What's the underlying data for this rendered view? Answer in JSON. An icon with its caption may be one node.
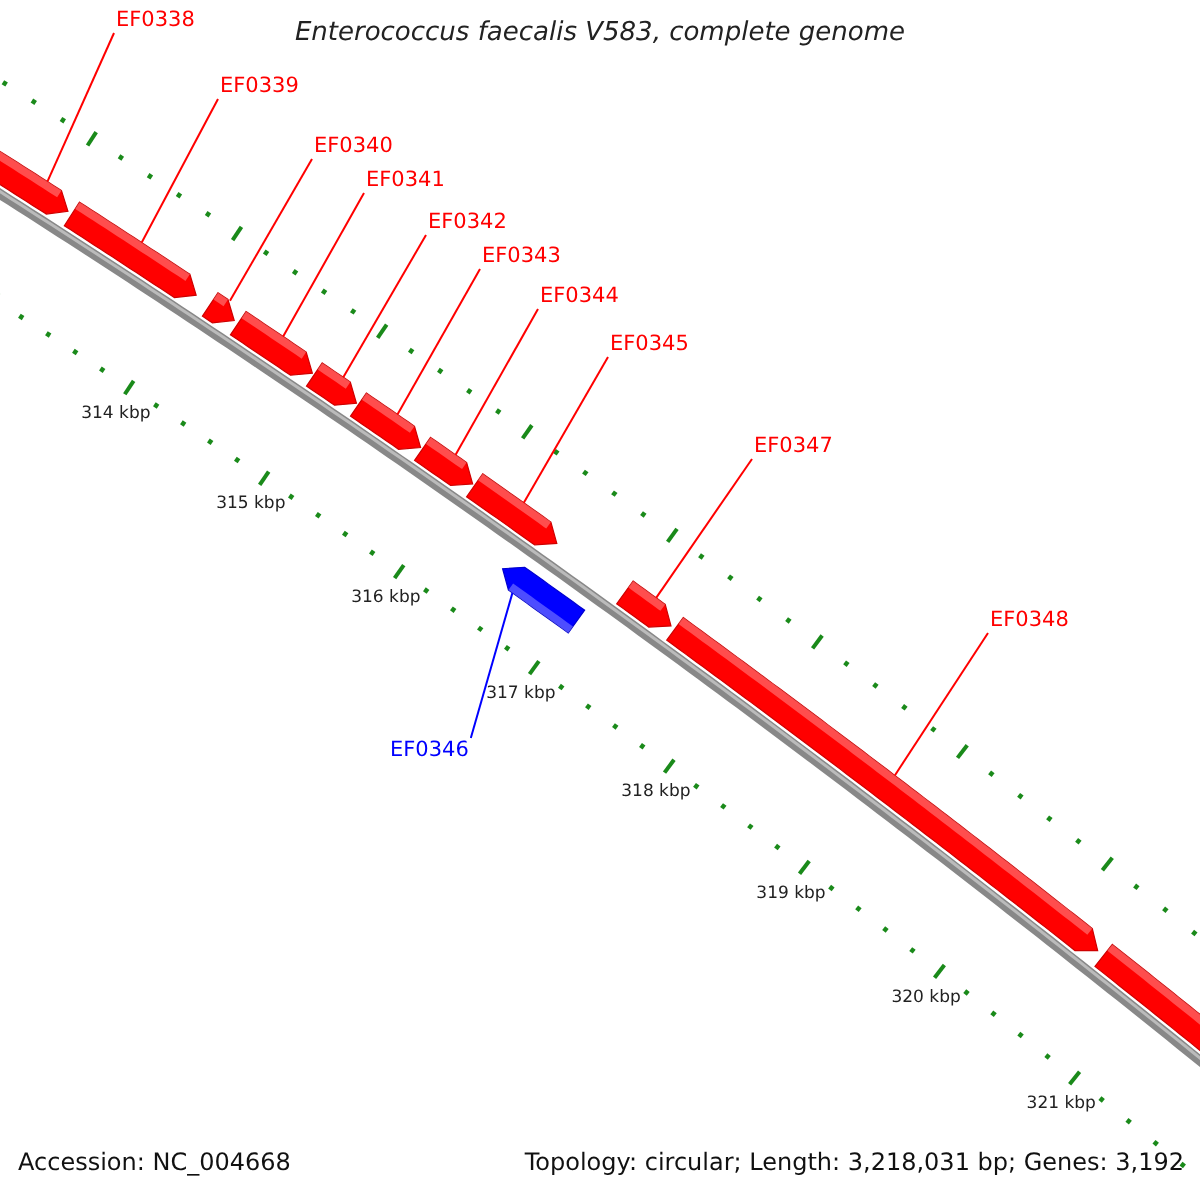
{
  "diagram": {
    "title": "Enterococcus faecalis V583, complete genome",
    "nodes": [
      {
        "text": [],
        "shape": "bar"
      },
      {
        "text": [],
        "shape": "bar"
      },
      {
        "text": [],
        "shape": "bar"
      },
      {
        "text": [],
        "shape": "bar"
      },
      {
        "text": [],
        "shape": "bar"
      },
      {
        "text": [],
        "shape": "bar"
      },
      {
        "text": [],
        "shape": "bar"
      },
      {
        "text": [],
        "shape": "bar"
      },
      {
        "text": [],
        "shape": "bar"
      },
      {
        "text": [],
        "shape": "bar"
      },
      {
        "text": [],
        "shape": "bar"
      },
      {
        "text": [],
        "shape": "bar"
      },
      {
        "text": [
          "EF0338"
        ]
      },
      {
        "text": [
          "EF0339"
        ]
      },
      {
        "text": [
          "EF0340"
        ]
      },
      {
        "text": [
          "EF0341"
        ]
      },
      {
        "text": [
          "EF0342"
        ]
      },
      {
        "text": [
          "EF0343"
        ]
      },
      {
        "text": [
          "EF0344"
        ]
      },
      {
        "text": [
          "EF0345"
        ]
      },
      {
        "text": [
          "EF0347"
        ]
      },
      {
        "text": [
          "EF0348"
        ]
      },
      {
        "text": [
          "EF0346"
        ]
      }
    ],
    "edges": [
      {
        "from": 12,
        "to": 0,
        "arrow": "none"
      },
      {
        "from": 13,
        "to": 1,
        "arrow": "none"
      },
      {
        "from": 14,
        "to": 2,
        "arrow": "none"
      },
      {
        "from": 15,
        "to": 3,
        "arrow": "none"
      },
      {
        "from": 16,
        "to": 4,
        "arrow": "none"
      },
      {
        "from": 17,
        "to": 5,
        "arrow": "none"
      },
      {
        "from": 18,
        "to": 6,
        "arrow": "none"
      },
      {
        "from": 19,
        "to": 7,
        "arrow": "none"
      },
      {
        "from": 20,
        "to": 9,
        "arrow": "none"
      },
      {
        "from": 21,
        "to": 10,
        "arrow": "none"
      },
      {
        "from": 22,
        "to": 8,
        "arrow": "none",
        "color": "#0000ff"
      }
    ],
    "labels": [
      "314 kbp",
      "315 kbp",
      "316 kbp",
      "317 kbp",
      "318 kbp",
      "319 kbp",
      "320 kbp",
      "321 kbp",
      "Accession: NC_004668",
      "Topology: circular; Length: 3,218,031 bp; Genes: 3,192"
    ]
  }
}
